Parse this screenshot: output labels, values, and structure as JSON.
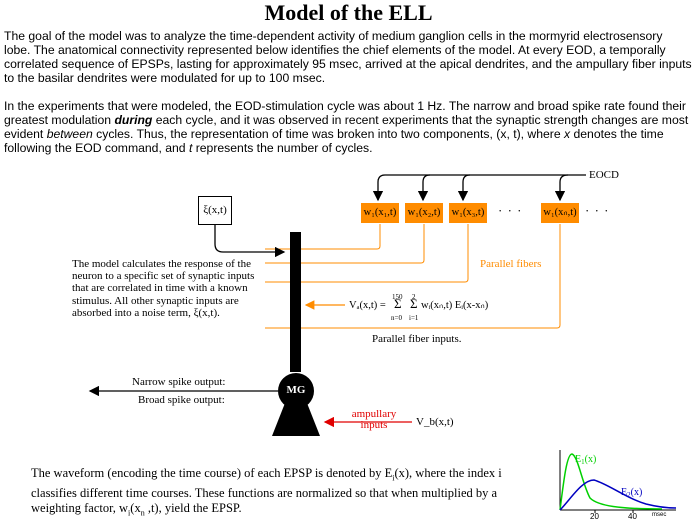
{
  "title": "Model of the ELL",
  "paragraph1": "The goal of the model was to analyze the time-dependent activity of medium ganglion cells in the mormyrid electrosensory lobe.  The anatomical connectivity represented below  identifies the chief elements of the model.  At every EOD, a temporally correlated sequence of EPSPs, lasting for approximately 95 msec, arrived at the apical dendrites, and the ampullary fiber inputs to the basilar dendrites were modulated for up to 100 msec.",
  "paragraph2": {
    "a": " In the experiments that were modeled, the EOD-stimulation cycle was about 1 Hz.  The narrow and broad spike rate found their greatest modulation ",
    "b": "during",
    "c": "  each cycle, and it was observed in recent experiments that the synaptic strength changes are most evident ",
    "d": "between",
    "e": "  cycles. Thus, the representation of time was broken into two components, (x, t), where ",
    "f": "x",
    "g": "  denotes the time following the EOD command, and ",
    "h": "t",
    "i": "  represents the number of cycles."
  },
  "diagram": {
    "eocd_label": "EOCD",
    "xi_box": "ξ(x,t)",
    "weights": [
      "w₁(x₁,t)",
      "w₁(x₂,t)",
      "w₁(x₃,t)",
      "w₁(xₙ,t)"
    ],
    "ellipsis": "· · ·",
    "parallel_fibers_label": "Parallel fibers",
    "parallel_fiber_inputs_label": "Parallel fiber inputs.",
    "model_description": "The model calculates the response of the neuron to a specific set of synaptic inputs that are correlated in time with a known stimulus.  All other synaptic inputs are absorbed into a noise term, ξ(x,t).",
    "equation": {
      "lhs": "Vₐ(x,t) = ",
      "sum1_top": "150",
      "sum1_bottom": "n=0",
      "sum2_top": "2",
      "sum2_bottom": "i=1",
      "sigma": "Σ",
      "rhs": " wᵢ(xₙ,t) Eᵢ(x-xₙ)"
    },
    "neuron_label": "MG",
    "narrow_spike": "Narrow spike output:",
    "broad_spike": "Broad spike output:",
    "ampullary_label": "ampullary inputs",
    "vb_label": "V_b(x,t)"
  },
  "bottom_text": {
    "a": "The waveform (encoding the time course) of each EPSP is denoted by E",
    "a_sub": "i",
    "a2": "(x), where the index i classifies different time courses.  These functions are normalized so that when multiplied by a weighting factor, w",
    "b_sub": "i",
    "b2": "(x",
    "c_sub": "n",
    "c2": " ,t), yield the EPSP."
  },
  "chart_data": {
    "type": "line",
    "series": [
      {
        "name": "E1(x)",
        "color": "#00d000"
      },
      {
        "name": "E2(x)",
        "color": "#0000c0"
      }
    ],
    "x_ticks": [
      "20",
      "40"
    ],
    "xlabel": "msec"
  }
}
